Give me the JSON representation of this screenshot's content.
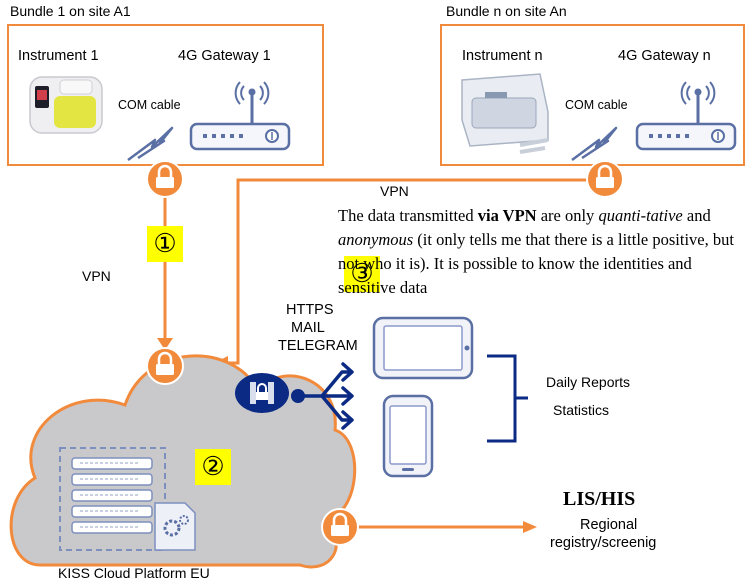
{
  "bundle1": {
    "title": "Bundle 1 on site A1",
    "instrument": "Instrument 1",
    "gateway": "4G Gateway 1",
    "cable": "COM cable"
  },
  "bundlen": {
    "title": "Bundle n on site An",
    "instrument": "Instrument n",
    "gateway": "4G Gateway n",
    "cable": "COM cable"
  },
  "links": {
    "vpn_left": "VPN",
    "vpn_top": "VPN"
  },
  "description": {
    "p1": "The data transmitted ",
    "bold": "via VPN",
    "p2": " are only ",
    "it1": "quanti-tative",
    "p3": " and ",
    "it2": "anonymous",
    "p4": " (it only tells me that there is a little positive, but not who it is). It is possible to know the identities and sensitive data"
  },
  "badges": {
    "one": "①",
    "two": "②",
    "three": "③"
  },
  "channels": [
    "HTTPS",
    "MAIL",
    "TELEGRAM"
  ],
  "outputs": {
    "reports": "Daily Reports",
    "stats": "Statistics"
  },
  "cloud": {
    "label": "KISS Cloud Platform EU"
  },
  "lis": {
    "title": "LIS/HIS",
    "line1": "Regional",
    "line2": "registry/screenig"
  },
  "colors": {
    "orange": "#f28a3c",
    "navy": "#0b2a84",
    "device": "#5a6fa3",
    "cloud": "#c9c9cb",
    "badge": "#ffff00"
  },
  "icons": [
    "lock-icon",
    "router-icon",
    "lightning-icon",
    "server-icon",
    "gear-icon",
    "tablet-icon",
    "phone-icon",
    "share-icon"
  ]
}
